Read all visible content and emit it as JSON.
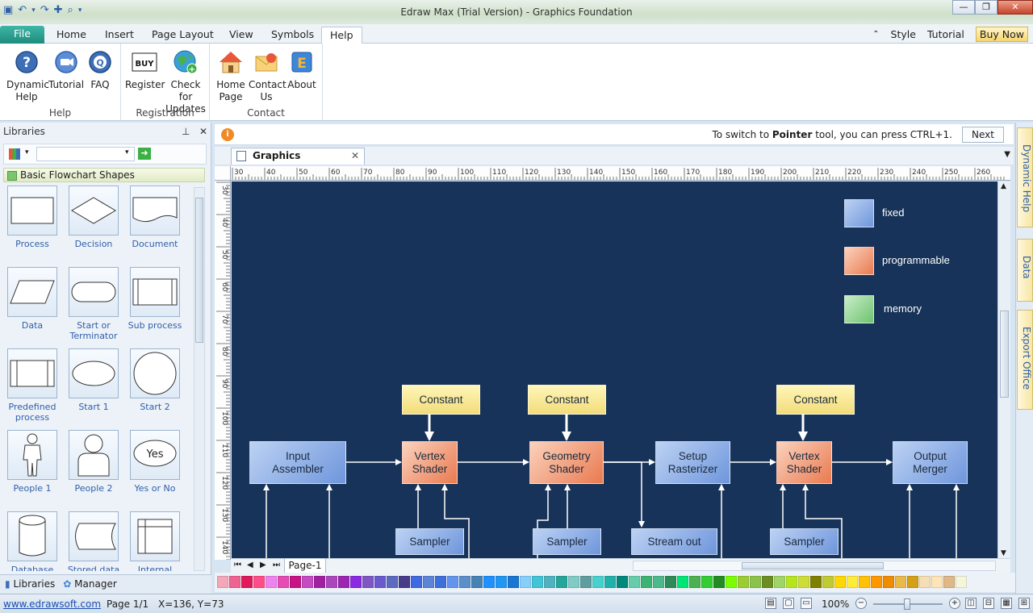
{
  "window": {
    "title": "Edraw Max (Trial Version) - Graphics Foundation",
    "minimize": "—",
    "maximize": "❐",
    "close": "✕"
  },
  "tabs": {
    "file": "File",
    "items": [
      "Home",
      "Insert",
      "Page Layout",
      "View",
      "Symbols",
      "Help"
    ],
    "active": "Help",
    "style": "Style",
    "tutorial": "Tutorial",
    "buy_now": "Buy Now"
  },
  "ribbon": {
    "groups": [
      {
        "label": "Help",
        "buttons": [
          "Dynamic\nHelp",
          "Tutorial",
          "FAQ"
        ]
      },
      {
        "label": "Registration",
        "buttons": [
          "Register",
          "Check for\nUpdates"
        ]
      },
      {
        "label": "Contact",
        "buttons": [
          "Home\nPage",
          "Contact\nUs",
          "About"
        ]
      }
    ]
  },
  "libraries": {
    "title": "Libraries",
    "category": "Basic Flowchart Shapes",
    "shapes": [
      "Process",
      "Decision",
      "Document",
      "Data",
      "Start or\nTerminator",
      "Sub process",
      "Predefined\nprocess",
      "Start 1",
      "Start 2",
      "People 1",
      "People 2",
      "Yes or No",
      "Database",
      "Stored data",
      "Internal"
    ],
    "yes_text": "Yes",
    "tab_libraries": "Libraries",
    "tab_manager": "Manager"
  },
  "infobar": {
    "message_pre": "To switch to ",
    "message_bold": "Pointer",
    "message_post": " tool, you can press CTRL+1.",
    "next": "Next"
  },
  "document": {
    "tab": "Graphics Foundation",
    "page_tab": "Page-1"
  },
  "ruler": {
    "h_ticks": [
      "30",
      "40",
      "50",
      "60",
      "70",
      "80",
      "90",
      "100",
      "110",
      "120",
      "130",
      "140",
      "150",
      "160",
      "170",
      "180",
      "190",
      "200",
      "210",
      "220",
      "230",
      "240",
      "250",
      "260"
    ],
    "v_ticks": [
      "30",
      "40",
      "50",
      "60",
      "70",
      "80",
      "90",
      "100",
      "110",
      "120",
      "130",
      "140"
    ]
  },
  "legend": [
    {
      "label": "fixed",
      "kind": "fixed"
    },
    {
      "label": "programmable",
      "kind": "prog"
    },
    {
      "label": "memory",
      "kind": "mem"
    }
  ],
  "diagram": {
    "constant": "Constant",
    "input_assembler": "Input\nAssembler",
    "vertex_shader": "Vertex\nShader",
    "geometry_shader": "Geometry\nShader",
    "setup_rasterizer": "Setup\nRasterizer",
    "output_merger": "Output\nMerger",
    "sampler": "Sampler",
    "stream_out": "Stream out"
  },
  "side_panels": [
    "Dynamic Help",
    "Data",
    "Export Office"
  ],
  "palette_colors": [
    "#f4a7b9",
    "#f06292",
    "#e0195a",
    "#ff4d88",
    "#ee82ee",
    "#e64bb4",
    "#c71585",
    "#c44bc2",
    "#a020a0",
    "#ab47bc",
    "#9c27b0",
    "#8a2be2",
    "#7e57c2",
    "#6a5acd",
    "#5c6bc0",
    "#483d8b",
    "#4169e1",
    "#5c85d6",
    "#3f6fd8",
    "#6495ed",
    "#5b8fc9",
    "#4682b4",
    "#1e90ff",
    "#2196f3",
    "#1976d2",
    "#87cefa",
    "#40c4d6",
    "#4fb3bf",
    "#26a69a",
    "#80cbc4",
    "#5f9ea0",
    "#48d1cc",
    "#20b2aa",
    "#00897b",
    "#66cdaa",
    "#3cb371",
    "#4db88a",
    "#2e8b57",
    "#00e676",
    "#4caf50",
    "#32cd32",
    "#228b22",
    "#7cfc00",
    "#9acd32",
    "#8bc34a",
    "#6b8e23",
    "#a0d468",
    "#b5e61d",
    "#cddc39",
    "#808000",
    "#c0ca33",
    "#ffd700",
    "#ffeb3b",
    "#ffc107",
    "#ff9800",
    "#f08c00",
    "#e9b949",
    "#d4a017",
    "#f5deb3",
    "#ffe4b5",
    "#deb887",
    "#f5f5dc"
  ],
  "status": {
    "link": "www.edrawsoft.com",
    "page": "Page 1/1",
    "coords": "X=136, Y=73",
    "zoom": "100%"
  }
}
